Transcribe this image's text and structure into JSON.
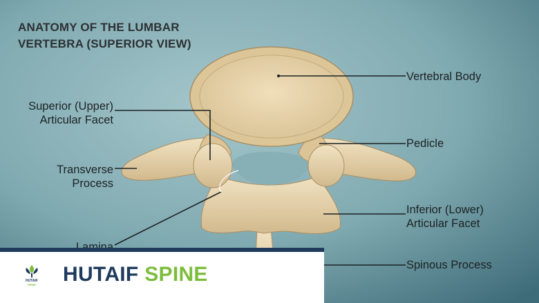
{
  "title_lines": [
    "ANATOMY OF THE LUMBAR",
    "VERTEBRA (SUPERIOR VIEW)"
  ],
  "labels": {
    "vertebral_body": "Vertebral Body",
    "pedicle": "Pedicle",
    "inferior_articular_facet": [
      "Inferior (Lower)",
      "Articular Facet"
    ],
    "spinous_process": "Spinous Process",
    "superior_articular_facet": [
      "Superior (Upper)",
      "Articular Facet"
    ],
    "transverse_process": [
      "Transverse",
      "Process"
    ],
    "lamina": "Lamina"
  },
  "brand": {
    "word1": "HUTAIF",
    "word2": "SPINE",
    "logo_text": "HUTAIF",
    "logo_subtext": "SPINE"
  },
  "colors": {
    "bg_light": "#8fb7bd",
    "bg_dark": "#3f6e7a",
    "bone": "#e8d7b2",
    "bone_shadow": "#b89c70",
    "brand_navy": "#1e3a5c",
    "brand_green": "#7cbd3c",
    "leader": "#1c2224"
  }
}
